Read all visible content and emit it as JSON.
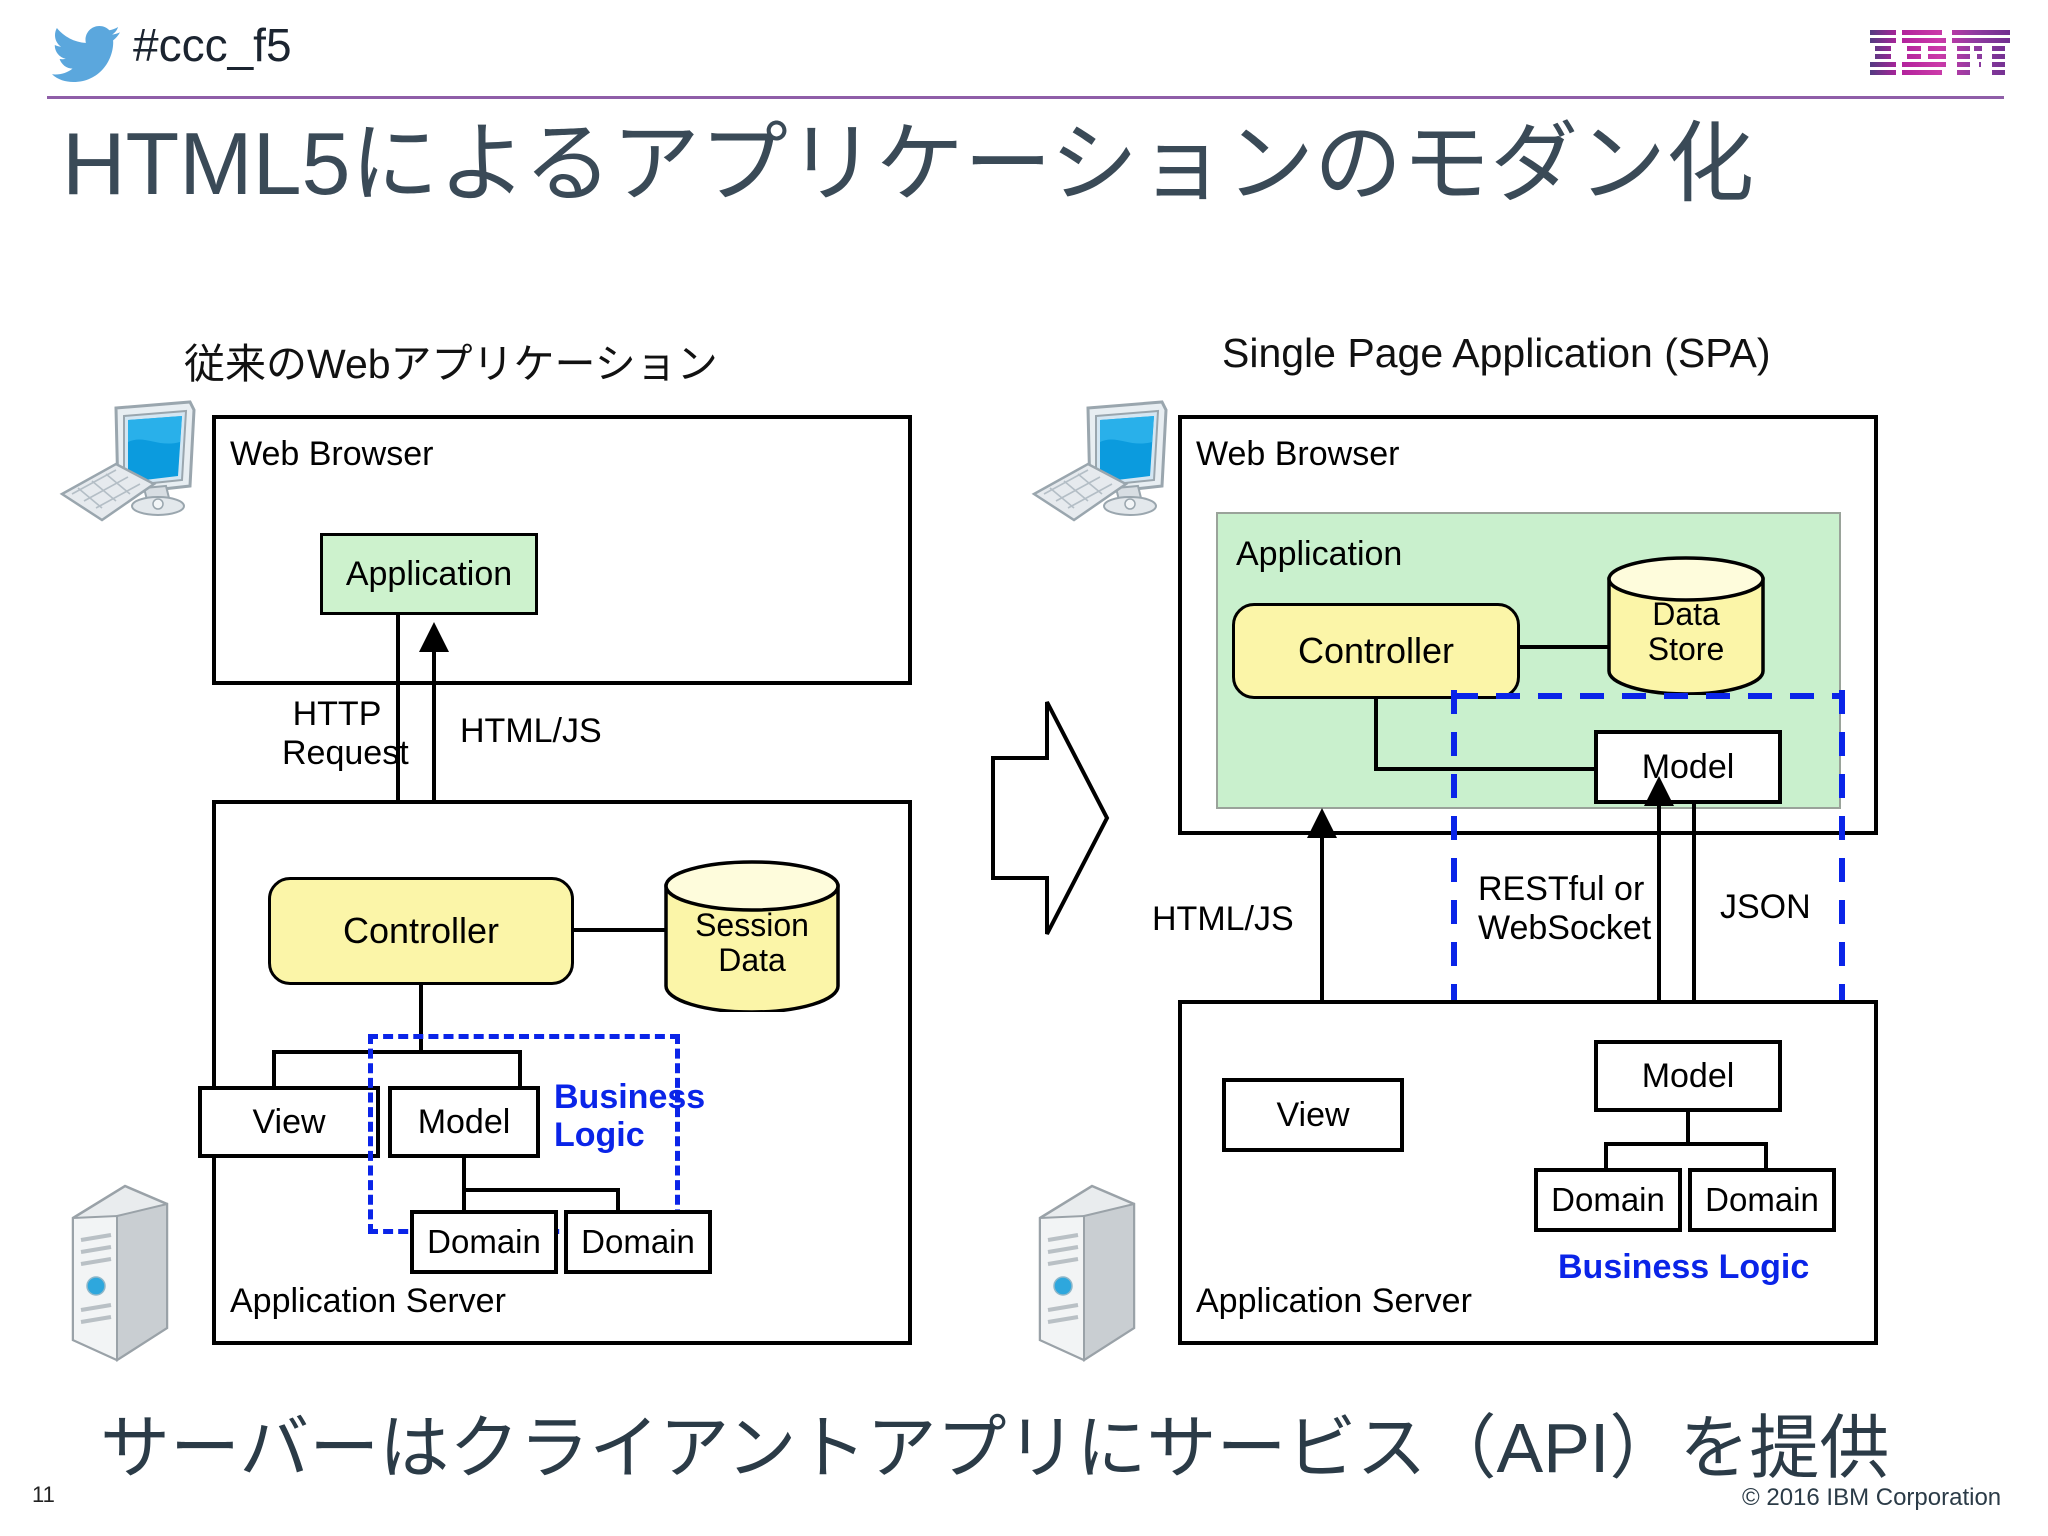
{
  "header": {
    "hashtag": "#ccc_f5",
    "twitter_icon": "twitter-bird-icon",
    "brand_logo": "ibm-logo"
  },
  "title": "HTML5によるアプリケーションのモダン化",
  "columns": {
    "left_caption": "従来のWebアプリケーション",
    "right_caption": "Single Page Application (SPA)"
  },
  "left_diagram": {
    "browser_label": "Web Browser",
    "application_label": "Application",
    "server_label": "Application Server",
    "controller_label": "Controller",
    "session_store_label": "Session\nData",
    "session_store_line1": "Session",
    "session_store_line2": "Data",
    "view_label": "View",
    "model_label": "Model",
    "domain_label_1": "Domain",
    "domain_label_2": "Domain",
    "business_logic_line1": "Business",
    "business_logic_line2": "Logic",
    "flow_down_line1": "HTTP",
    "flow_down_line2": "Request",
    "flow_up_label": "HTML/JS",
    "client_icon": "desktop-computer-icon",
    "server_icon": "server-tower-icon"
  },
  "transition_arrow": "right-arrow-icon",
  "right_diagram": {
    "browser_label": "Web Browser",
    "application_label": "Application",
    "server_label": "Application Server",
    "controller_label": "Controller",
    "data_store_line1": "Data",
    "data_store_line2": "Store",
    "model_client_label": "Model",
    "view_label": "View",
    "model_server_label": "Model",
    "domain_label_1": "Domain",
    "domain_label_2": "Domain",
    "business_logic_label": "Business Logic",
    "flow_html_label": "HTML/JS",
    "flow_proto_line1": "RESTful or",
    "flow_proto_line2": "WebSocket",
    "flow_json_label": "JSON",
    "client_icon": "desktop-computer-icon",
    "server_icon": "server-tower-icon"
  },
  "footer": {
    "message": "サーバーはクライアントアプリにサービス（API）を提供",
    "page_number": "11",
    "copyright": "© 2016 IBM Corporation"
  },
  "colors": {
    "rule": "#8f5ea8",
    "title_text": "#3a4a57",
    "app_green": "#c9f0cd",
    "store_yellow": "#fbf5a8",
    "business_logic_blue": "#0a24e8",
    "twitter_blue": "#5ba7dd"
  }
}
